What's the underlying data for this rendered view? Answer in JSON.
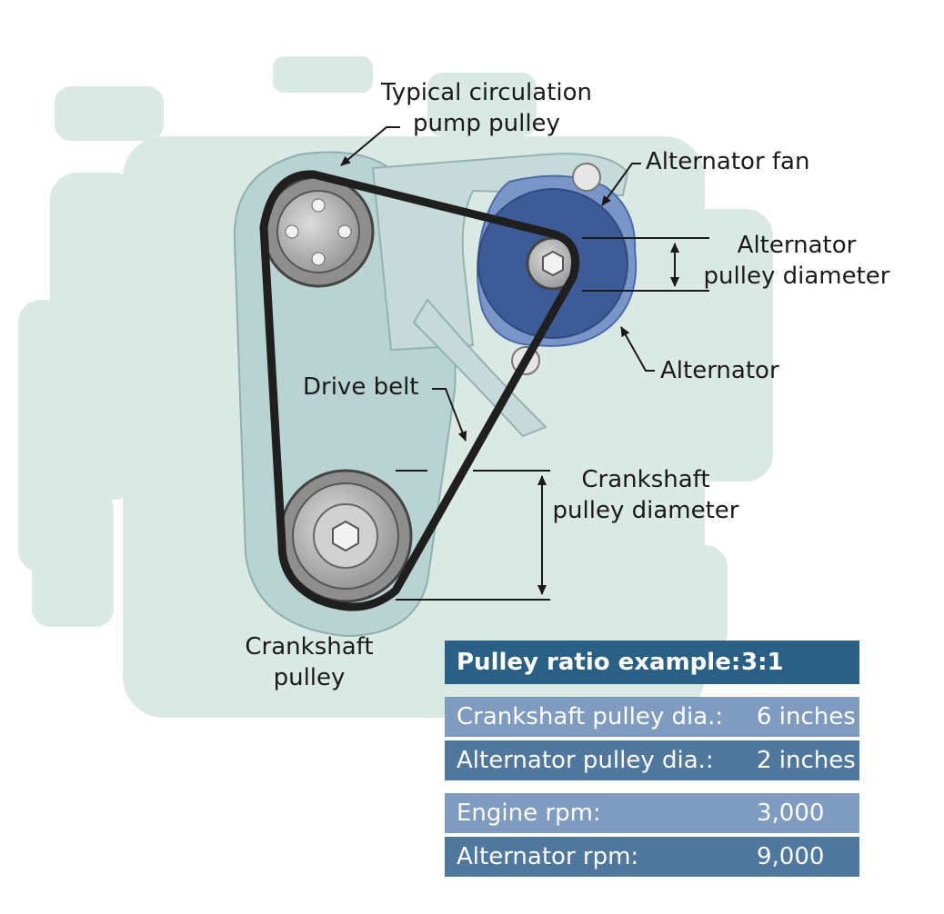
{
  "labels": {
    "pump_pulley": [
      "Typical circulation",
      "pump pulley"
    ],
    "alternator_fan": "Alternator fan",
    "alternator_pulley_diameter": [
      "Alternator",
      "pulley diameter"
    ],
    "alternator": "Alternator",
    "drive_belt": "Drive belt",
    "crankshaft_pulley_diameter": [
      "Crankshaft",
      "pulley diameter"
    ],
    "crankshaft_pulley": [
      "Crankshaft",
      "pulley"
    ]
  },
  "table": {
    "title": "Pulley ratio example:",
    "ratio": "3:1",
    "rows": [
      {
        "label": "Crankshaft pulley dia.:",
        "value": "6 inches"
      },
      {
        "label": "Alternator pulley dia.:",
        "value": "2 inches"
      },
      {
        "label": "Engine rpm:",
        "value": "3,000"
      },
      {
        "label": "Alternator rpm:",
        "value": "9,000"
      }
    ]
  },
  "colors": {
    "engine_silhouette": "#dbe9e4",
    "bracket": "#b9d2d2",
    "alternator_body": "#7a95c8",
    "alternator_pulley": "#3d5b96",
    "belt": "#1f1f1f",
    "table_header": "#2a5f86",
    "table_light": "#7f9bc0",
    "table_mid": "#50779e"
  }
}
